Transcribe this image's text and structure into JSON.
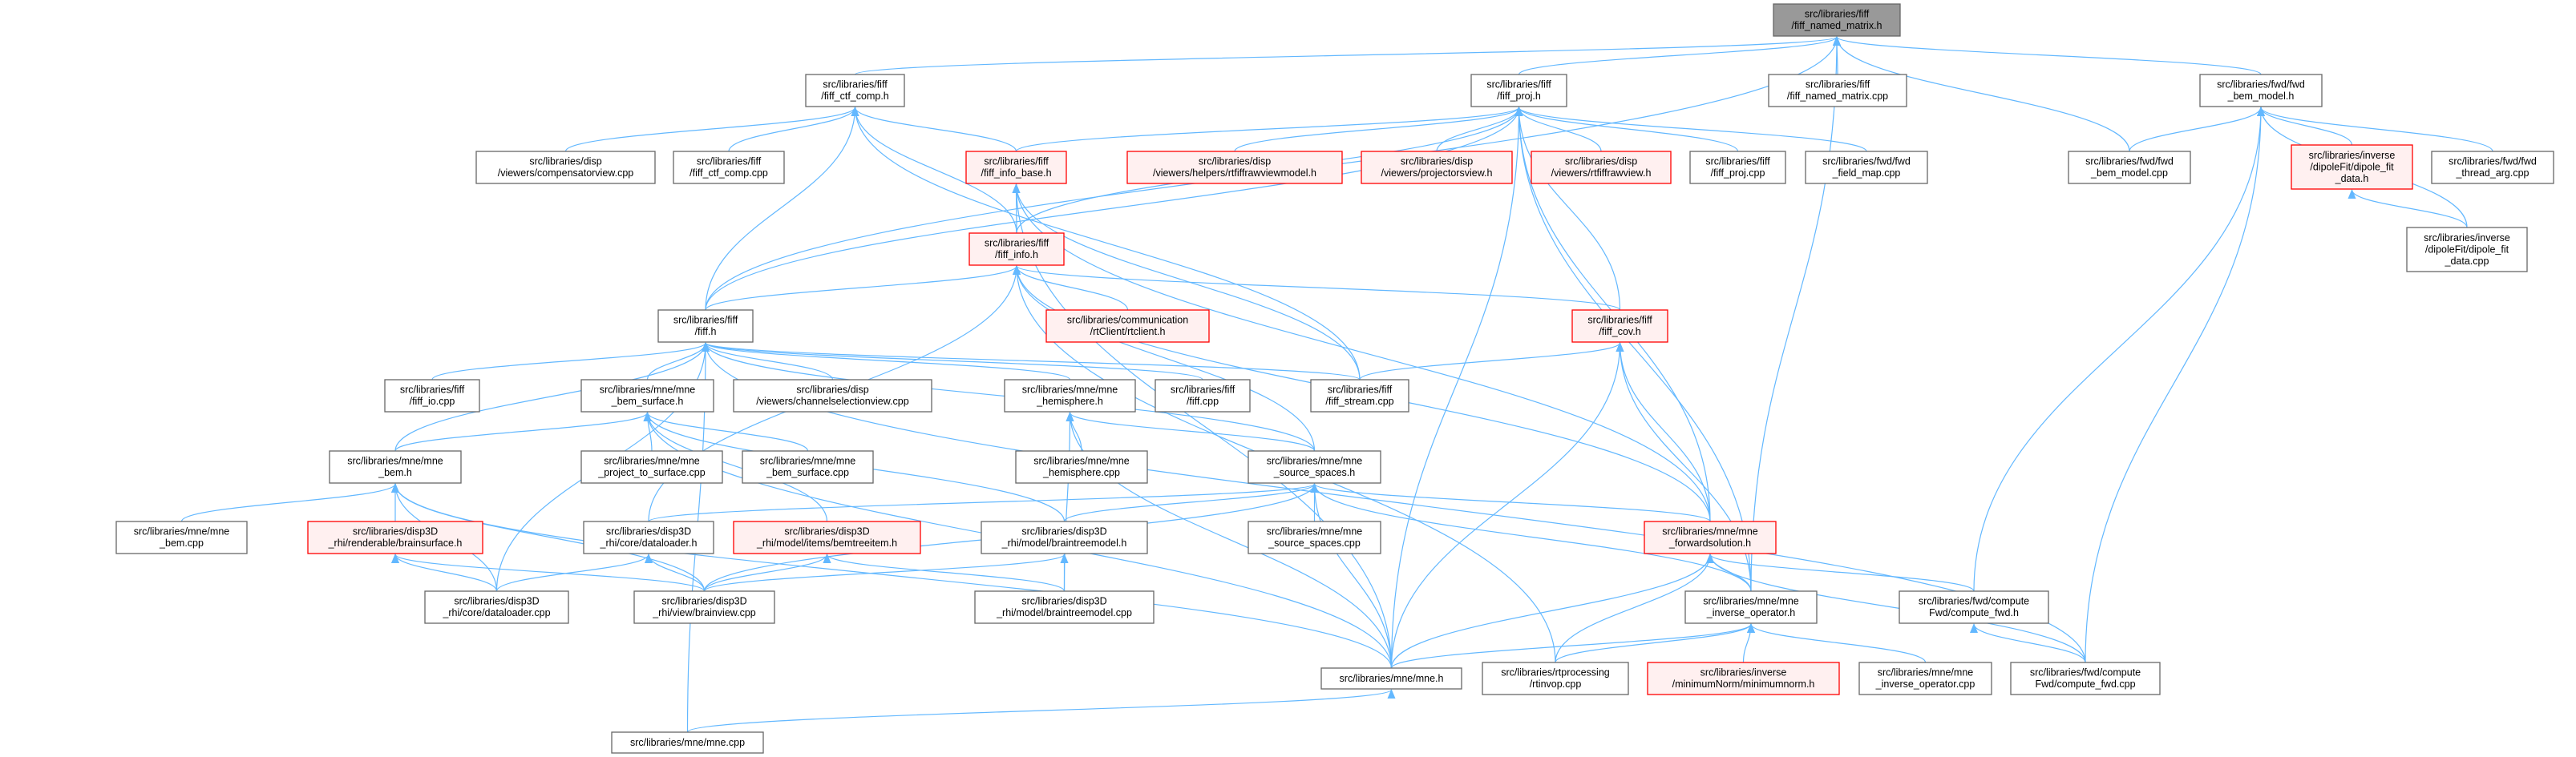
{
  "graph": {
    "title": "src/libraries/fiff/fiff_named_matrix.h",
    "colors": {
      "edge": "#63b8ff",
      "root_fill": "#999999",
      "red_border": "#ff0000",
      "red_fill": "#fff0f0",
      "border": "#666666"
    },
    "nodes": [
      {
        "id": "named_matrix_h",
        "lines": [
          "src/libraries/fiff",
          "/fiff_named_matrix.h"
        ],
        "style": "root"
      },
      {
        "id": "ctf_comp_h",
        "lines": [
          "src/libraries/fiff",
          "/fiff_ctf_comp.h"
        ],
        "style": "normal"
      },
      {
        "id": "proj_h",
        "lines": [
          "src/libraries/fiff",
          "/fiff_proj.h"
        ],
        "style": "normal"
      },
      {
        "id": "named_matrix_cpp",
        "lines": [
          "src/libraries/fiff",
          "/fiff_named_matrix.cpp"
        ],
        "style": "normal"
      },
      {
        "id": "fwd_bem_model_h",
        "lines": [
          "src/libraries/fwd/fwd",
          "_bem_model.h"
        ],
        "style": "normal"
      },
      {
        "id": "compensatorview_cpp",
        "lines": [
          "src/libraries/disp",
          "/viewers/compensatorview.cpp"
        ],
        "style": "normal"
      },
      {
        "id": "ctf_comp_cpp",
        "lines": [
          "src/libraries/fiff",
          "/fiff_ctf_comp.cpp"
        ],
        "style": "normal"
      },
      {
        "id": "info_base_h",
        "lines": [
          "src/libraries/fiff",
          "/fiff_info_base.h"
        ],
        "style": "red"
      },
      {
        "id": "rtfiffrawviewmodel_h",
        "lines": [
          "src/libraries/disp",
          "/viewers/helpers/rtfiffrawviewmodel.h"
        ],
        "style": "red"
      },
      {
        "id": "projectorsview_h",
        "lines": [
          "src/libraries/disp",
          "/viewers/projectorsview.h"
        ],
        "style": "red"
      },
      {
        "id": "rtfiffrawview_h",
        "lines": [
          "src/libraries/disp",
          "/viewers/rtfiffrawview.h"
        ],
        "style": "red"
      },
      {
        "id": "proj_cpp",
        "lines": [
          "src/libraries/fiff",
          "/fiff_proj.cpp"
        ],
        "style": "normal"
      },
      {
        "id": "fwd_field_map_cpp",
        "lines": [
          "src/libraries/fwd/fwd",
          "_field_map.cpp"
        ],
        "style": "normal"
      },
      {
        "id": "fwd_bem_model_cpp",
        "lines": [
          "src/libraries/fwd/fwd",
          "_bem_model.cpp"
        ],
        "style": "normal"
      },
      {
        "id": "dipole_fit_data_h",
        "lines": [
          "src/libraries/inverse",
          "/dipoleFit/dipole_fit",
          "_data.h"
        ],
        "style": "red"
      },
      {
        "id": "fwd_thread_arg_cpp",
        "lines": [
          "src/libraries/fwd/fwd",
          "_thread_arg.cpp"
        ],
        "style": "normal"
      },
      {
        "id": "info_h",
        "lines": [
          "src/libraries/fiff",
          "/fiff_info.h"
        ],
        "style": "red"
      },
      {
        "id": "dipole_fit_data_cpp",
        "lines": [
          "src/libraries/inverse",
          "/dipoleFit/dipole_fit",
          "_data.cpp"
        ],
        "style": "normal"
      },
      {
        "id": "fiff_h",
        "lines": [
          "src/libraries/fiff",
          "/fiff.h"
        ],
        "style": "normal"
      },
      {
        "id": "rtclient_h",
        "lines": [
          "src/libraries/communication",
          "/rtClient/rtclient.h"
        ],
        "style": "red"
      },
      {
        "id": "cov_h",
        "lines": [
          "src/libraries/fiff",
          "/fiff_cov.h"
        ],
        "style": "red"
      },
      {
        "id": "io_cpp",
        "lines": [
          "src/libraries/fiff",
          "/fiff_io.cpp"
        ],
        "style": "normal"
      },
      {
        "id": "bem_surface_h",
        "lines": [
          "src/libraries/mne/mne",
          "_bem_surface.h"
        ],
        "style": "normal"
      },
      {
        "id": "channelselectionview_cpp",
        "lines": [
          "src/libraries/disp",
          "/viewers/channelselectionview.cpp"
        ],
        "style": "normal"
      },
      {
        "id": "hemisphere_h",
        "lines": [
          "src/libraries/mne/mne",
          "_hemisphere.h"
        ],
        "style": "normal"
      },
      {
        "id": "fiff_cpp",
        "lines": [
          "src/libraries/fiff",
          "/fiff.cpp"
        ],
        "style": "normal"
      },
      {
        "id": "stream_cpp",
        "lines": [
          "src/libraries/fiff",
          "/fiff_stream.cpp"
        ],
        "style": "normal"
      },
      {
        "id": "bem_h",
        "lines": [
          "src/libraries/mne/mne",
          "_bem.h"
        ],
        "style": "normal"
      },
      {
        "id": "project_to_surface_cpp",
        "lines": [
          "src/libraries/mne/mne",
          "_project_to_surface.cpp"
        ],
        "style": "normal"
      },
      {
        "id": "bem_surface_cpp",
        "lines": [
          "src/libraries/mne/mne",
          "_bem_surface.cpp"
        ],
        "style": "normal"
      },
      {
        "id": "hemisphere_cpp",
        "lines": [
          "src/libraries/mne/mne",
          "_hemisphere.cpp"
        ],
        "style": "normal"
      },
      {
        "id": "source_spaces_h",
        "lines": [
          "src/libraries/mne/mne",
          "_source_spaces.h"
        ],
        "style": "normal"
      },
      {
        "id": "bem_cpp",
        "lines": [
          "src/libraries/mne/mne",
          "_bem.cpp"
        ],
        "style": "normal"
      },
      {
        "id": "brainsurface_h",
        "lines": [
          "src/libraries/disp3D",
          "_rhi/renderable/brainsurface.h"
        ],
        "style": "red"
      },
      {
        "id": "dataloader_h",
        "lines": [
          "src/libraries/disp3D",
          "_rhi/core/dataloader.h"
        ],
        "style": "normal"
      },
      {
        "id": "bemtreeitem_h",
        "lines": [
          "src/libraries/disp3D",
          "_rhi/model/items/bemtreeitem.h"
        ],
        "style": "red"
      },
      {
        "id": "braintreemodel_h",
        "lines": [
          "src/libraries/disp3D",
          "_rhi/model/braintreemodel.h"
        ],
        "style": "normal"
      },
      {
        "id": "source_spaces_cpp",
        "lines": [
          "src/libraries/mne/mne",
          "_source_spaces.cpp"
        ],
        "style": "normal"
      },
      {
        "id": "forwardsolution_h",
        "lines": [
          "src/libraries/mne/mne",
          "_forwardsolution.h"
        ],
        "style": "red"
      },
      {
        "id": "dataloader_cpp",
        "lines": [
          "src/libraries/disp3D",
          "_rhi/core/dataloader.cpp"
        ],
        "style": "normal"
      },
      {
        "id": "brainview_cpp",
        "lines": [
          "src/libraries/disp3D",
          "_rhi/view/brainview.cpp"
        ],
        "style": "normal"
      },
      {
        "id": "braintreemodel_cpp",
        "lines": [
          "src/libraries/disp3D",
          "_rhi/model/braintreemodel.cpp"
        ],
        "style": "normal"
      },
      {
        "id": "inverse_operator_h",
        "lines": [
          "src/libraries/mne/mne",
          "_inverse_operator.h"
        ],
        "style": "normal"
      },
      {
        "id": "compute_fwd_h",
        "lines": [
          "src/libraries/fwd/compute",
          "Fwd/compute_fwd.h"
        ],
        "style": "normal"
      },
      {
        "id": "mne_h",
        "lines": [
          "src/libraries/mne/mne.h"
        ],
        "style": "normal"
      },
      {
        "id": "rtinvop_cpp",
        "lines": [
          "src/libraries/rtprocessing",
          "/rtinvop.cpp"
        ],
        "style": "normal"
      },
      {
        "id": "minimumnorm_h",
        "lines": [
          "src/libraries/inverse",
          "/minimumNorm/minimumnorm.h"
        ],
        "style": "red"
      },
      {
        "id": "inverse_operator_cpp",
        "lines": [
          "src/libraries/mne/mne",
          "_inverse_operator.cpp"
        ],
        "style": "normal"
      },
      {
        "id": "compute_fwd_cpp",
        "lines": [
          "src/libraries/fwd/compute",
          "Fwd/compute_fwd.cpp"
        ],
        "style": "normal"
      },
      {
        "id": "mne_cpp",
        "lines": [
          "src/libraries/mne/mne.cpp"
        ],
        "style": "normal"
      }
    ],
    "edges": [
      [
        "ctf_comp_h",
        "named_matrix_h"
      ],
      [
        "proj_h",
        "named_matrix_h"
      ],
      [
        "named_matrix_cpp",
        "named_matrix_h"
      ],
      [
        "fwd_bem_model_h",
        "named_matrix_h"
      ],
      [
        "fwd_bem_model_cpp",
        "named_matrix_h"
      ],
      [
        "fiff_h",
        "named_matrix_h"
      ],
      [
        "inverse_operator_h",
        "named_matrix_h"
      ],
      [
        "compensatorview_cpp",
        "ctf_comp_h"
      ],
      [
        "ctf_comp_cpp",
        "ctf_comp_h"
      ],
      [
        "info_base_h",
        "ctf_comp_h"
      ],
      [
        "info_h",
        "ctf_comp_h"
      ],
      [
        "fiff_h",
        "ctf_comp_h"
      ],
      [
        "stream_cpp",
        "ctf_comp_h"
      ],
      [
        "info_base_h",
        "proj_h"
      ],
      [
        "rtfiffrawviewmodel_h",
        "proj_h"
      ],
      [
        "projectorsview_h",
        "proj_h"
      ],
      [
        "rtfiffrawview_h",
        "proj_h"
      ],
      [
        "proj_cpp",
        "proj_h"
      ],
      [
        "fwd_field_map_cpp",
        "proj_h"
      ],
      [
        "info_h",
        "proj_h"
      ],
      [
        "fiff_h",
        "proj_h"
      ],
      [
        "cov_h",
        "proj_h"
      ],
      [
        "forwardsolution_h",
        "proj_h"
      ],
      [
        "inverse_operator_h",
        "proj_h"
      ],
      [
        "mne_h",
        "proj_h"
      ],
      [
        "info_h",
        "info_base_h"
      ],
      [
        "stream_cpp",
        "info_base_h"
      ],
      [
        "forwardsolution_h",
        "info_base_h"
      ],
      [
        "mne_h",
        "info_base_h"
      ],
      [
        "fwd_bem_model_cpp",
        "fwd_bem_model_h"
      ],
      [
        "dipole_fit_data_h",
        "fwd_bem_model_h"
      ],
      [
        "fwd_thread_arg_cpp",
        "fwd_bem_model_h"
      ],
      [
        "dipole_fit_data_cpp",
        "fwd_bem_model_h"
      ],
      [
        "compute_fwd_h",
        "fwd_bem_model_h"
      ],
      [
        "compute_fwd_cpp",
        "fwd_bem_model_h"
      ],
      [
        "dipole_fit_data_cpp",
        "dipole_fit_data_h"
      ],
      [
        "fiff_h",
        "info_h"
      ],
      [
        "rtclient_h",
        "info_h"
      ],
      [
        "cov_h",
        "info_h"
      ],
      [
        "dataloader_h",
        "info_h"
      ],
      [
        "source_spaces_h",
        "info_h"
      ],
      [
        "rtinvop_cpp",
        "info_h"
      ],
      [
        "forwardsolution_h",
        "info_h"
      ],
      [
        "stream_cpp",
        "cov_h"
      ],
      [
        "mne_h",
        "cov_h"
      ],
      [
        "forwardsolution_h",
        "cov_h"
      ],
      [
        "inverse_operator_h",
        "cov_h"
      ],
      [
        "io_cpp",
        "fiff_h"
      ],
      [
        "bem_surface_h",
        "fiff_h"
      ],
      [
        "channelselectionview_cpp",
        "fiff_h"
      ],
      [
        "hemisphere_h",
        "fiff_h"
      ],
      [
        "fiff_cpp",
        "fiff_h"
      ],
      [
        "stream_cpp",
        "fiff_h"
      ],
      [
        "bem_h",
        "fiff_h"
      ],
      [
        "dataloader_cpp",
        "fiff_h"
      ],
      [
        "mne_cpp",
        "fiff_h"
      ],
      [
        "compute_fwd_cpp",
        "fiff_h"
      ],
      [
        "source_spaces_h",
        "fiff_h"
      ],
      [
        "bem_h",
        "bem_surface_h"
      ],
      [
        "project_to_surface_cpp",
        "bem_surface_h"
      ],
      [
        "bem_surface_cpp",
        "bem_surface_h"
      ],
      [
        "bemtreeitem_h",
        "bem_surface_h"
      ],
      [
        "braintreemodel_h",
        "bem_surface_h"
      ],
      [
        "mne_h",
        "bem_surface_h"
      ],
      [
        "hemisphere_cpp",
        "hemisphere_h"
      ],
      [
        "source_spaces_h",
        "hemisphere_h"
      ],
      [
        "braintreemodel_cpp",
        "hemisphere_h"
      ],
      [
        "mne_h",
        "hemisphere_h"
      ],
      [
        "bem_cpp",
        "bem_h"
      ],
      [
        "brainsurface_h",
        "bem_h"
      ],
      [
        "dataloader_cpp",
        "bem_h"
      ],
      [
        "brainview_cpp",
        "bem_h"
      ],
      [
        "mne_h",
        "bem_h"
      ],
      [
        "source_spaces_cpp",
        "source_spaces_h"
      ],
      [
        "braintreemodel_h",
        "source_spaces_h"
      ],
      [
        "dataloader_h",
        "source_spaces_h"
      ],
      [
        "brainview_cpp",
        "source_spaces_h"
      ],
      [
        "mne_h",
        "source_spaces_h"
      ],
      [
        "forwardsolution_h",
        "source_spaces_h"
      ],
      [
        "inverse_operator_h",
        "source_spaces_h"
      ],
      [
        "dataloader_cpp",
        "brainsurface_h"
      ],
      [
        "brainview_cpp",
        "brainsurface_h"
      ],
      [
        "dataloader_cpp",
        "dataloader_h"
      ],
      [
        "brainview_cpp",
        "dataloader_h"
      ],
      [
        "brainview_cpp",
        "bemtreeitem_h"
      ],
      [
        "braintreemodel_cpp",
        "bemtreeitem_h"
      ],
      [
        "braintreemodel_cpp",
        "braintreemodel_h"
      ],
      [
        "brainview_cpp",
        "braintreemodel_h"
      ],
      [
        "inverse_operator_h",
        "forwardsolution_h"
      ],
      [
        "mne_h",
        "forwardsolution_h"
      ],
      [
        "rtinvop_cpp",
        "forwardsolution_h"
      ],
      [
        "compute_fwd_h",
        "forwardsolution_h"
      ],
      [
        "compute_fwd_cpp",
        "forwardsolution_h"
      ],
      [
        "mne_h",
        "inverse_operator_h"
      ],
      [
        "rtinvop_cpp",
        "inverse_operator_h"
      ],
      [
        "minimumnorm_h",
        "inverse_operator_h"
      ],
      [
        "inverse_operator_cpp",
        "inverse_operator_h"
      ],
      [
        "compute_fwd_cpp",
        "compute_fwd_h"
      ],
      [
        "mne_cpp",
        "mne_h"
      ]
    ]
  }
}
